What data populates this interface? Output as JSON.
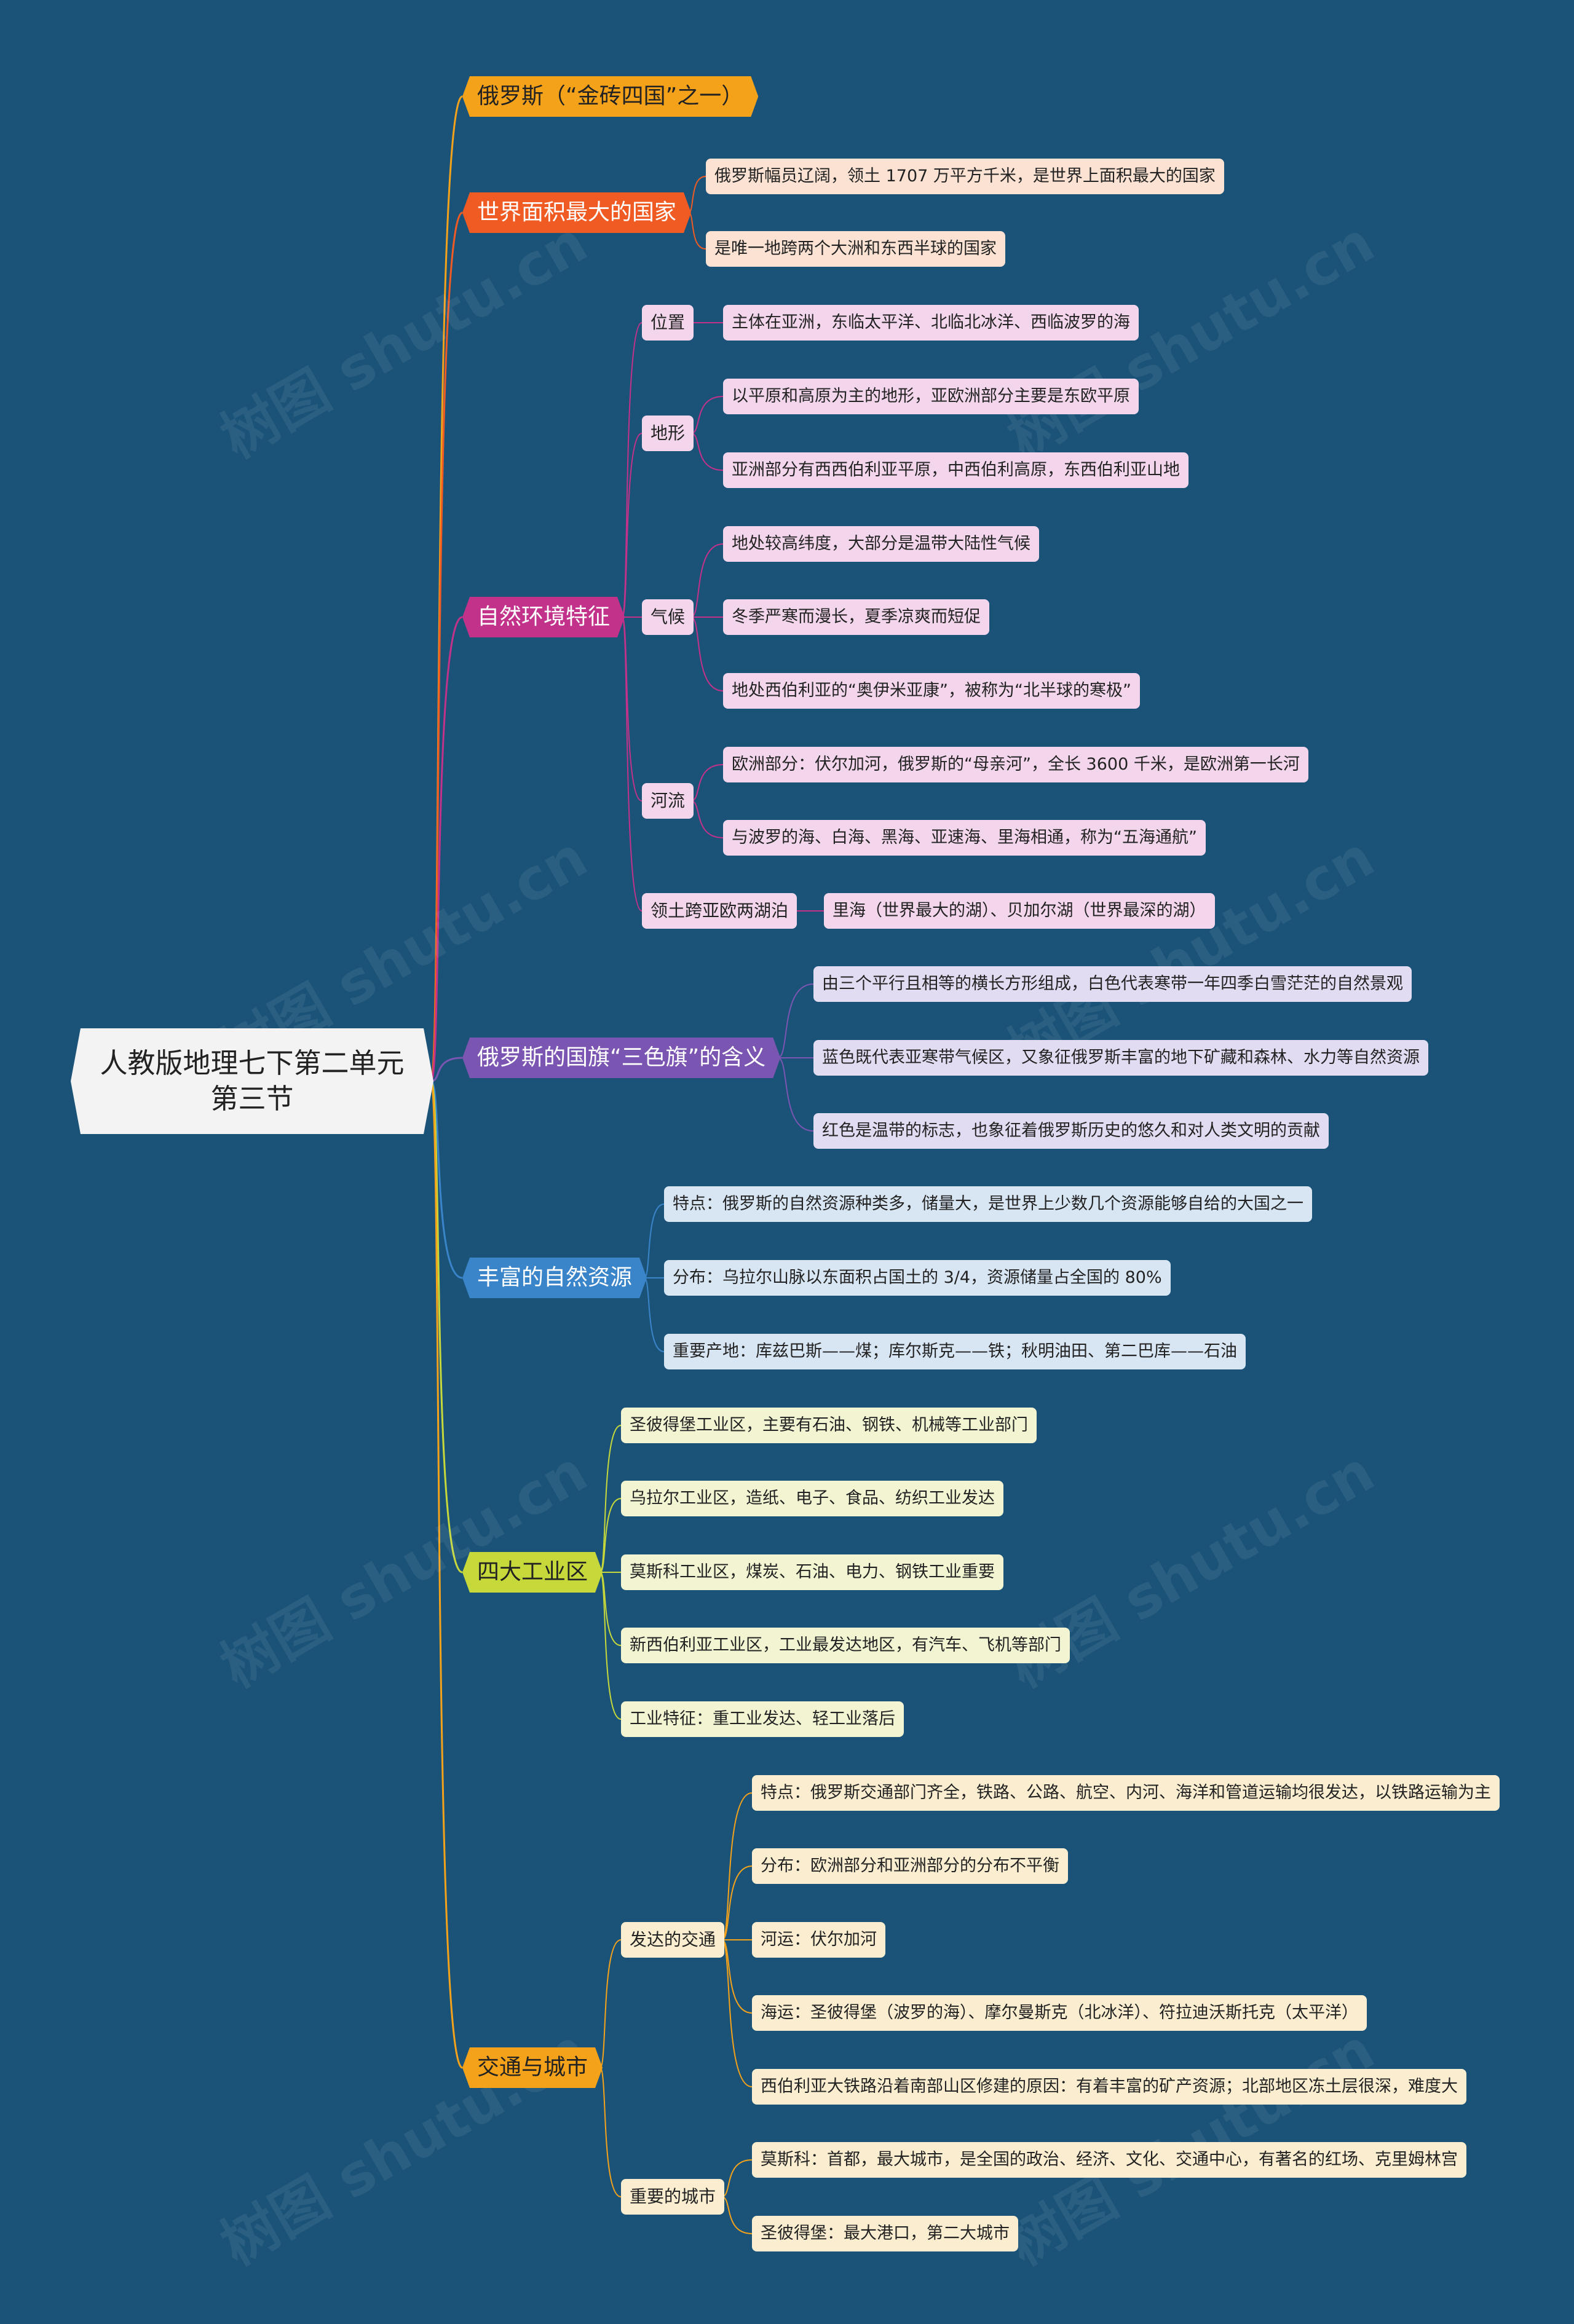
{
  "root": {
    "line1": "人教版地理七下第二单元",
    "line2": "第三节"
  },
  "watermark": "树图 shutu.cn",
  "colors": {
    "background": "#1b5378",
    "orange": "#f5a21b",
    "red_orange": "#ef5b23",
    "magenta": "#c2328a",
    "purple": "#7b55b2",
    "blue": "#3a84c9",
    "yellow_green": "#c7d93a"
  },
  "branches": [
    {
      "label": "俄罗斯（“金砖四国”之一）",
      "children": []
    },
    {
      "label": "世界面积最大的国家",
      "children": [
        {
          "label": "俄罗斯幅员辽阔，领土 1707 万平方千米，是世界上面积最大的国家"
        },
        {
          "label": "是唯一地跨两个大洲和东西半球的国家"
        }
      ]
    },
    {
      "label": "自然环境特征",
      "children": [
        {
          "label": "位置",
          "children": [
            {
              "label": "主体在亚洲，东临太平洋、北临北冰洋、西临波罗的海"
            }
          ]
        },
        {
          "label": "地形",
          "children": [
            {
              "label": "以平原和高原为主的地形，亚欧洲部分主要是东欧平原"
            },
            {
              "label": "亚洲部分有西西伯利亚平原，中西伯利高原，东西伯利亚山地"
            }
          ]
        },
        {
          "label": "气候",
          "children": [
            {
              "label": "地处较高纬度，大部分是温带大陆性气候"
            },
            {
              "label": "冬季严寒而漫长，夏季凉爽而短促"
            },
            {
              "label": "地处西伯利亚的“奥伊米亚康”，被称为“北半球的寒极”"
            }
          ]
        },
        {
          "label": "河流",
          "children": [
            {
              "label": "欧洲部分：伏尔加河，俄罗斯的“母亲河”，全长 3600 千米，是欧洲第一长河"
            },
            {
              "label": "与波罗的海、白海、黑海、亚速海、里海相通，称为“五海通航”"
            }
          ]
        },
        {
          "label": "领土跨亚欧两湖泊",
          "children": [
            {
              "label": "里海（世界最大的湖）、贝加尔湖（世界最深的湖）"
            }
          ]
        }
      ]
    },
    {
      "label": "俄罗斯的国旗“三色旗”的含义",
      "children": [
        {
          "label": "由三个平行且相等的横长方形组成，白色代表寒带一年四季白雪茫茫的自然景观"
        },
        {
          "label": "蓝色既代表亚寒带气候区，又象征俄罗斯丰富的地下矿藏和森林、水力等自然资源"
        },
        {
          "label": "红色是温带的标志，也象征着俄罗斯历史的悠久和对人类文明的贡献"
        }
      ]
    },
    {
      "label": "丰富的自然资源",
      "children": [
        {
          "label": "特点：俄罗斯的自然资源种类多，储量大，是世界上少数几个资源能够自给的大国之一"
        },
        {
          "label": "分布：乌拉尔山脉以东面积占国土的 3/4，资源储量占全国的 80%"
        },
        {
          "label": "重要产地：库兹巴斯——煤；库尔斯克——铁；秋明油田、第二巴库——石油"
        }
      ]
    },
    {
      "label": "四大工业区",
      "children": [
        {
          "label": "圣彼得堡工业区，主要有石油、钢铁、机械等工业部门"
        },
        {
          "label": "乌拉尔工业区，造纸、电子、食品、纺织工业发达"
        },
        {
          "label": "莫斯科工业区，煤炭、石油、电力、钢铁工业重要"
        },
        {
          "label": "新西伯利亚工业区，工业最发达地区，有汽车、飞机等部门"
        },
        {
          "label": "工业特征：重工业发达、轻工业落后"
        }
      ]
    },
    {
      "label": "交通与城市",
      "children": [
        {
          "label": "发达的交通",
          "children": [
            {
              "label": "特点：俄罗斯交通部门齐全，铁路、公路、航空、内河、海洋和管道运输均很发达，以铁路运输为主"
            },
            {
              "label": "分布：欧洲部分和亚洲部分的分布不平衡"
            },
            {
              "label": "河运：伏尔加河"
            },
            {
              "label": "海运：圣彼得堡（波罗的海）、摩尔曼斯克（北冰洋）、符拉迪沃斯托克（太平洋）"
            },
            {
              "label": "西伯利亚大铁路沿着南部山区修建的原因：有着丰富的矿产资源；北部地区冻土层很深，难度大"
            }
          ]
        },
        {
          "label": "重要的城市",
          "children": [
            {
              "label": "莫斯科：首都，最大城市，是全国的政治、经济、文化、交通中心，有著名的红场、克里姆林宫"
            },
            {
              "label": "圣彼得堡：最大港口，第二大城市"
            }
          ]
        }
      ]
    }
  ]
}
